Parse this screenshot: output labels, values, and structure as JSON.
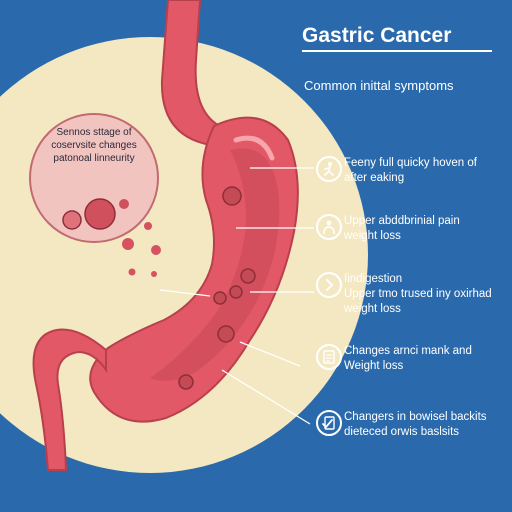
{
  "title": "Gastric Cancer",
  "subtitle": "Common inittal symptoms",
  "inset": {
    "lines": [
      "Sennos sttage of",
      "coservsite changes",
      "patonoal linneurity"
    ]
  },
  "symptoms": [
    {
      "icon": "person-eating-icon",
      "lines": [
        "Feeny full quicky hoven of",
        "after eaking"
      ]
    },
    {
      "icon": "person-pain-icon",
      "lines": [
        "Upper abddbrinial pain",
        "weight loss"
      ]
    },
    {
      "icon": "arrow-right-icon",
      "lines": [
        "Iindigestion",
        "Upper tmo trused iny oxirhad",
        "weight loss"
      ]
    },
    {
      "icon": "clipboard-icon",
      "lines": [
        "Changes arnci mank and",
        "Weight loss"
      ]
    },
    {
      "icon": "check-document-icon",
      "lines": [
        "Changers in bowisel backits",
        "dieteced orwis baslsits"
      ]
    }
  ],
  "colors": {
    "background": "#2a6aac",
    "cream": "#f4e8c2",
    "stomach": "#e25866",
    "stomach_dark": "#b8404c",
    "inset_fill": "#f2c4c0"
  }
}
